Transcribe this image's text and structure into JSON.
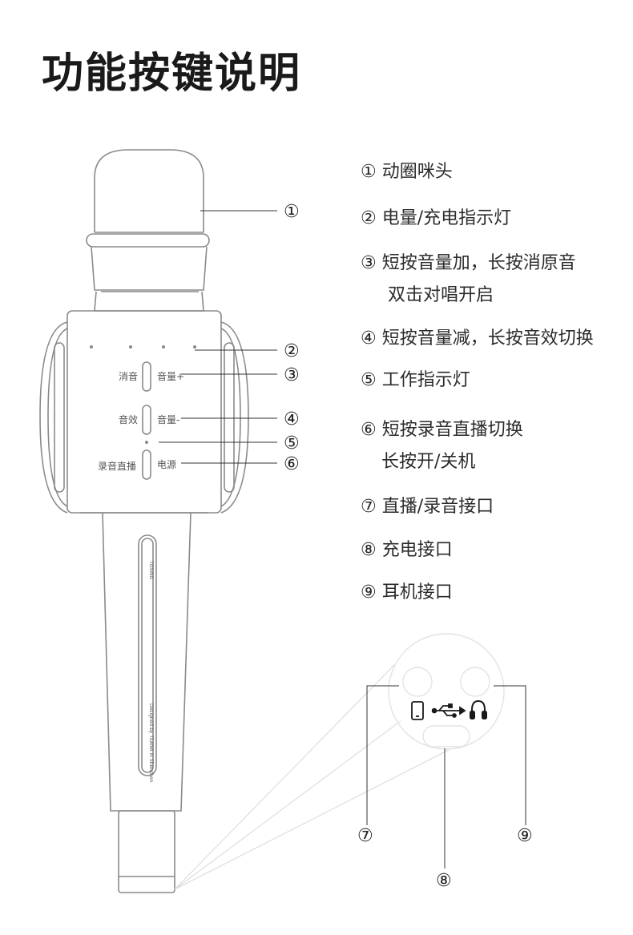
{
  "title": "功能按键说明",
  "legend": [
    {
      "num": "①",
      "text": "动圈咪头"
    },
    {
      "num": "②",
      "text": "电量/充电指示灯"
    },
    {
      "num": "③",
      "text": "短按音量加，长按消原音",
      "sub": "双击对唱开启"
    },
    {
      "num": "④",
      "text": "短按音量减，长按音效切换"
    },
    {
      "num": "⑤",
      "text": "工作指示灯"
    },
    {
      "num": "⑥",
      "text": "短按录音直播切换",
      "sub": "长按开/关机"
    },
    {
      "num": "⑦",
      "text": "直播/录音接口"
    },
    {
      "num": "⑧",
      "text": "充电接口"
    },
    {
      "num": "⑨",
      "text": "耳机接口"
    }
  ],
  "callouts": [
    "①",
    "②",
    "③",
    "④",
    "⑤",
    "⑥",
    "⑦",
    "⑧",
    "⑨"
  ],
  "device_labels": {
    "mute": "消音",
    "vol_up": "音量+",
    "effect": "音效",
    "vol_down": "音量-",
    "record_live": "录音直播",
    "power": "电源",
    "brand": "TOSING",
    "designed_by": "Designed by TEANA in Shenzhen"
  },
  "icons": [
    "phone-icon",
    "usb-icon",
    "headphones-icon"
  ],
  "colors": {
    "outline": "#8a8a8a",
    "text": "#2b2b2b",
    "title": "#1a1a1a"
  }
}
